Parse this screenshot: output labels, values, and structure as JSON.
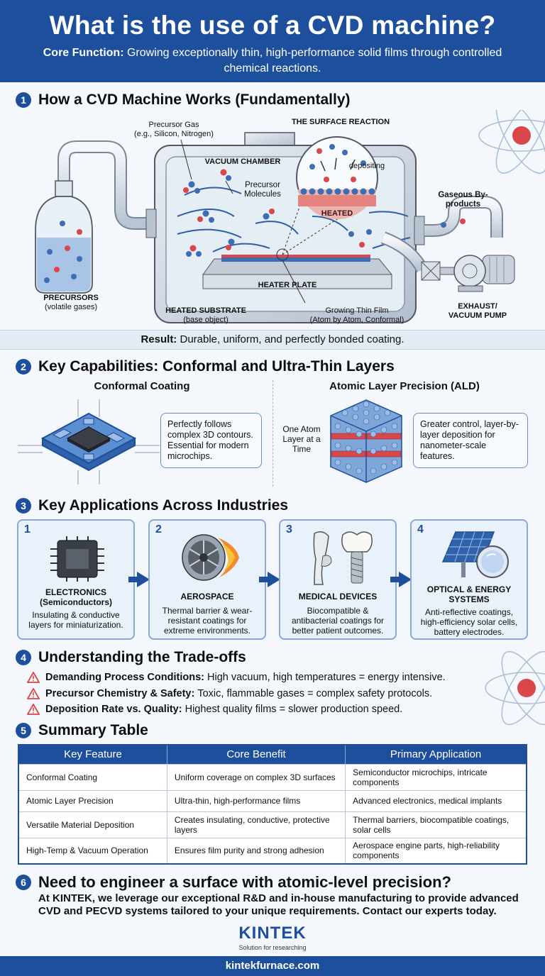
{
  "header": {
    "title": "What is the use of a CVD machine?",
    "subtitle_lead": "Core Function:",
    "subtitle_text": "Growing exceptionally thin, high-performance solid films through controlled chemical reactions."
  },
  "section1": {
    "num": "1",
    "title": "How a CVD Machine Works (Fundamentally)",
    "labels": {
      "precursor_gas": "Precursor Gas",
      "precursor_gas_eg": "(e.g., Silicon, Nitrogen)",
      "surface_reaction": "THE SURFACE REACTION",
      "vacuum_chamber": "VACUUM CHAMBER",
      "depositing": "depositing",
      "precursor_molecules": "Precursor Molecules",
      "heated": "HEATED",
      "gaseous_byproducts": "Gaseous By-products",
      "precursors": "PRECURSORS",
      "precursors_sub": "(volatile gases)",
      "heater_plate": "HEATER PLATE",
      "heated_substrate": "HEATED SUBSTRATE",
      "heated_substrate_sub": "(base object)",
      "growing_film": "Growing Thin Film",
      "growing_film_sub": "(Atom by Atom, Conformal)",
      "exhaust": "EXHAUST/",
      "vacuum_pump": "VACUUM PUMP"
    },
    "result_lead": "Result:",
    "result_text": "Durable, uniform, and perfectly bonded coating."
  },
  "section2": {
    "num": "2",
    "title": "Key Capabilities: Conformal and Ultra-Thin Layers",
    "left_title": "Conformal Coating",
    "left_desc": "Perfectly follows complex 3D contours. Essential for modern microchips.",
    "right_title": "Atomic Layer Precision (ALD)",
    "right_side": "One Atom Layer at a Time",
    "right_desc": "Greater control, layer-by-layer deposition for nanometer-scale features."
  },
  "section3": {
    "num": "3",
    "title": "Key Applications Across Industries",
    "apps": [
      {
        "n": "1",
        "title": "ELECTRONICS",
        "title2": "(Semiconductors)",
        "desc": "Insulating & conductive layers for miniaturization."
      },
      {
        "n": "2",
        "title": "AEROSPACE",
        "title2": "",
        "desc": "Thermal barrier & wear-resistant coatings for extreme environments."
      },
      {
        "n": "3",
        "title": "MEDICAL DEVICES",
        "title2": "",
        "desc": "Biocompatible & antibacterial coatings for better patient outcomes."
      },
      {
        "n": "4",
        "title": "OPTICAL & ENERGY SYSTEMS",
        "title2": "",
        "desc": "Anti-reflective coatings, high-efficiency solar cells, battery electrodes."
      }
    ]
  },
  "section4": {
    "num": "4",
    "title": "Understanding the Trade-offs",
    "items": [
      {
        "lead": "Demanding Process Conditions:",
        "text": "High vacuum, high temperatures = energy intensive."
      },
      {
        "lead": "Precursor Chemistry & Safety:",
        "text": "Toxic, flammable gases = complex safety protocols."
      },
      {
        "lead": "Deposition Rate vs. Quality:",
        "text": "Highest quality films = slower production speed."
      }
    ]
  },
  "section5": {
    "num": "5",
    "title": "Summary Table",
    "headers": [
      "Key Feature",
      "Core Benefit",
      "Primary Application"
    ],
    "rows": [
      [
        "Conformal Coating",
        "Uniform coverage on complex 3D surfaces",
        "Semiconductor microchips, intricate components"
      ],
      [
        "Atomic Layer Precision",
        "Ultra-thin, high-performance films",
        "Advanced electronics, medical implants"
      ],
      [
        "Versatile Material Deposition",
        "Creates insulating, conductive, protective layers",
        "Thermal barriers, biocompatible coatings, solar cells"
      ],
      [
        "High-Temp & Vacuum Operation",
        "Ensures film purity and strong adhesion",
        "Aerospace engine parts, high-reliability components"
      ]
    ]
  },
  "section6": {
    "num": "6",
    "title": "Need to engineer a surface with atomic-level precision?",
    "text": "At KINTEK, we leverage our exceptional R&D and in-house manufacturing to provide advanced CVD and PECVD systems tailored to your unique requirements. Contact our experts today."
  },
  "brand": {
    "logo": "KINTEK",
    "tagline": "Solution for researching",
    "url": "kintekfurnace.com"
  },
  "colors": {
    "primary": "#1d4f9c",
    "accent_red": "#d9474b",
    "light_blue": "#e3ebf5"
  }
}
